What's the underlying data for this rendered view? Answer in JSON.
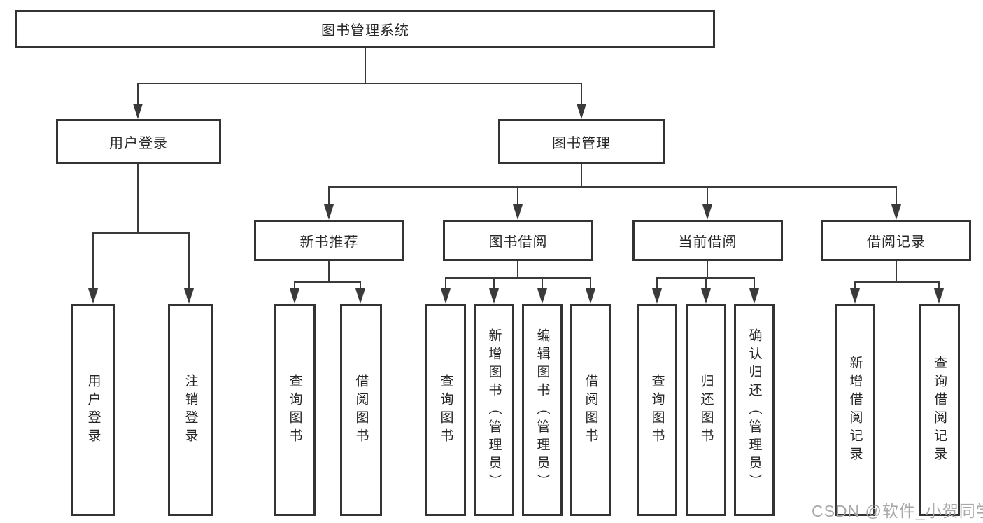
{
  "diagram": {
    "root": {
      "label": "图书管理系统"
    },
    "branches": [
      {
        "label": "用户登录",
        "children": [
          {
            "label": "用户登录"
          },
          {
            "label": "注销登录"
          }
        ]
      },
      {
        "label": "图书管理",
        "children": [
          {
            "label": "新书推荐",
            "children": [
              {
                "label": "查询图书"
              },
              {
                "label": "借阅图书"
              }
            ]
          },
          {
            "label": "图书借阅",
            "children": [
              {
                "label": "查询图书"
              },
              {
                "label": "新增图书（管理员）"
              },
              {
                "label": "编辑图书（管理员）"
              },
              {
                "label": "借阅图书"
              }
            ]
          },
          {
            "label": "当前借阅",
            "children": [
              {
                "label": "查询图书"
              },
              {
                "label": "归还图书"
              },
              {
                "label": "确认归还（管理员）"
              }
            ]
          },
          {
            "label": "借阅记录",
            "children": [
              {
                "label": "新增借阅记录"
              },
              {
                "label": "查询借阅记录"
              }
            ]
          }
        ]
      }
    ]
  },
  "watermark": {
    "text": "CSDN @软件_小贺同学"
  },
  "colors": {
    "line": "#3a3a3a",
    "box_border": "#333333",
    "text": "#262626",
    "background": "#ffffff",
    "watermark": "#a8a8a8"
  }
}
